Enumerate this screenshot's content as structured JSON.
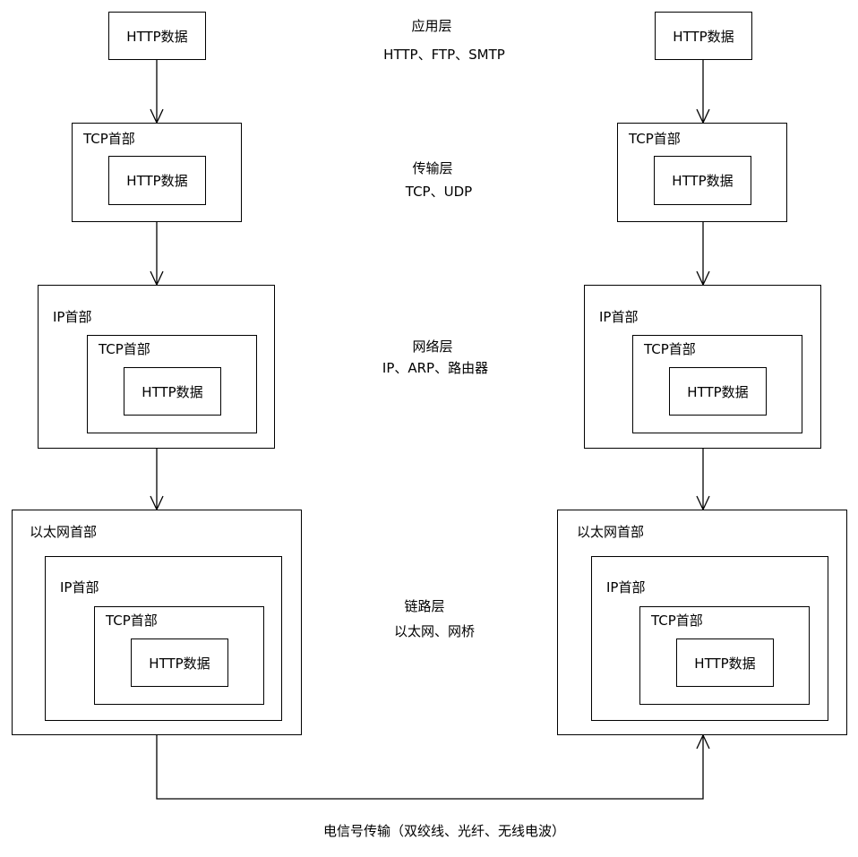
{
  "packet": {
    "http_data": "HTTP数据",
    "tcp_header": "TCP首部",
    "ip_header": "IP首部",
    "ethernet_header": "以太网首部"
  },
  "layers": {
    "application": {
      "name": "应用层",
      "protocols": "HTTP、FTP、SMTP"
    },
    "transport": {
      "name": "传输层",
      "protocols": "TCP、UDP"
    },
    "network": {
      "name": "网络层",
      "protocols": "IP、ARP、路由器"
    },
    "link": {
      "name": "链路层",
      "protocols": "以太网、网桥"
    }
  },
  "transmission": "电信号传输（双绞线、光纤、无线电波）"
}
